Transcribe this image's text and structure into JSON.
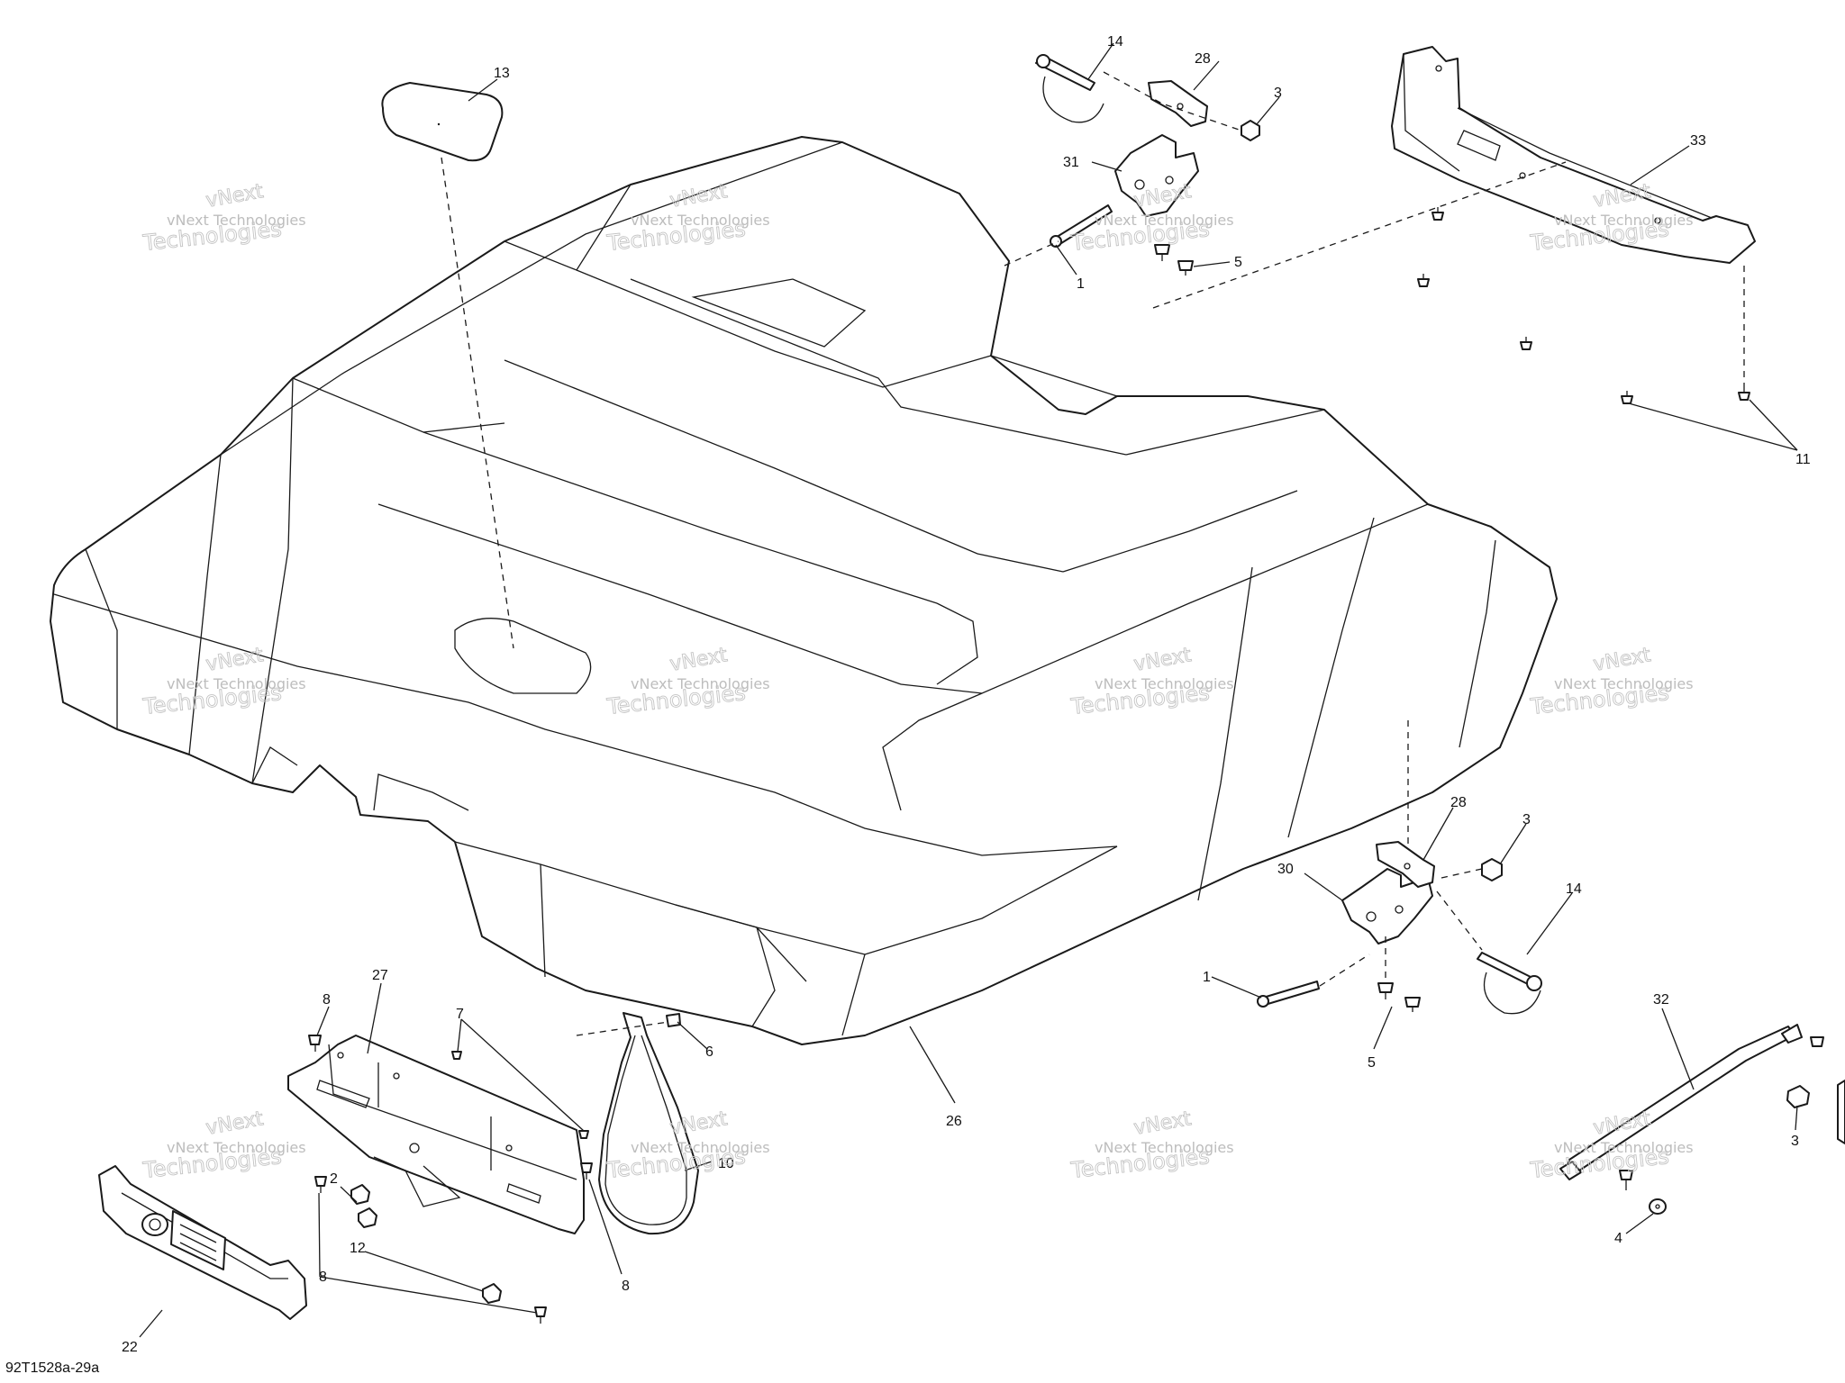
{
  "figure_id": "92T1528a-29a",
  "watermark": {
    "line1": "vNext",
    "line2": "vNext Technologies",
    "line3": "Technologies"
  },
  "callouts": {
    "c13": "13",
    "c14a": "14",
    "c28a": "28",
    "c3a": "3",
    "c31": "31",
    "c1a": "1",
    "c5a": "5",
    "c33": "33",
    "c11": "11",
    "c28b": "28",
    "c3b": "3",
    "c30": "30",
    "c14b": "14",
    "c1b": "1",
    "c5b": "5",
    "c32": "32",
    "c3c": "3",
    "c4": "4",
    "c26": "26",
    "c27": "27",
    "c8a": "8",
    "c7": "7",
    "c6": "6",
    "c10": "10",
    "c2": "2",
    "c12": "12",
    "c8b": "8",
    "c8c": "8",
    "c22": "22"
  },
  "colors": {
    "line": "#1a1a1a",
    "watermark": "#c4c4c4",
    "background": "#ffffff"
  }
}
